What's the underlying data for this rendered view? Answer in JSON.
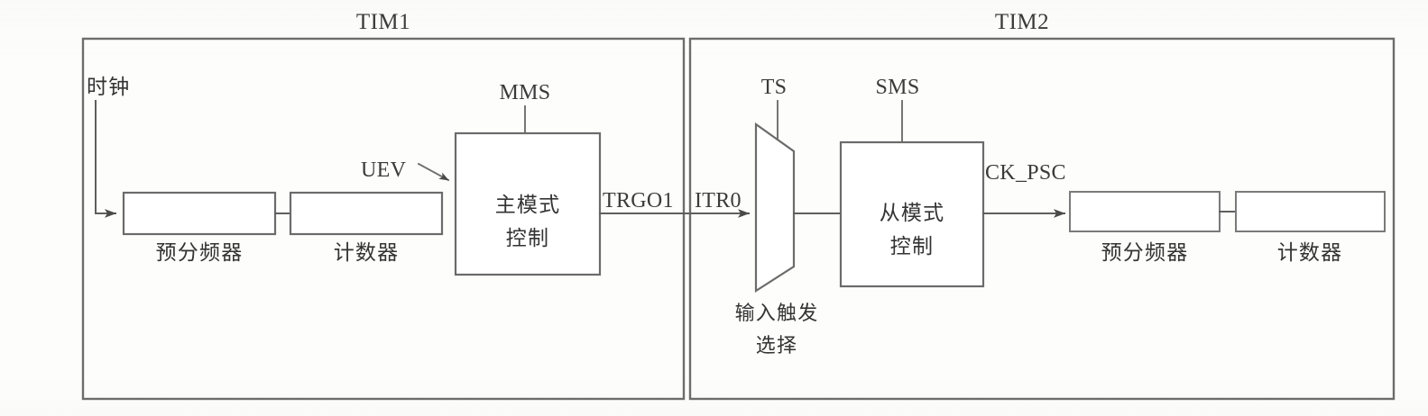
{
  "figure": {
    "kind": "block-diagram",
    "subject": "STM32 timer cascade: TIM1 master mode drives TIM2 slave mode",
    "background_color": "#fdfdfc",
    "line_color": "#6b6b6b",
    "text_color": "#3b3b3b"
  },
  "frames": {
    "tim1": {
      "title": "TIM1"
    },
    "tim2": {
      "title": "TIM2"
    }
  },
  "tim1": {
    "clock_label": "时钟",
    "prescaler_label": "预分频器",
    "counter_label": "计数器",
    "mms_label": "MMS",
    "uev_label": "UEV",
    "master_mode_line1": "主模式",
    "master_mode_line2": "控制",
    "trgo_label": "TRGO1"
  },
  "tim2": {
    "itr0_label": "ITR0",
    "ts_label": "TS",
    "mux_caption_line1": "输入触发",
    "mux_caption_line2": "选择",
    "sms_label": "SMS",
    "slave_mode_line1": "从模式",
    "slave_mode_line2": "控制",
    "ck_psc_label": "CK_PSC",
    "prescaler_label": "预分频器",
    "counter_label": "计数器"
  }
}
